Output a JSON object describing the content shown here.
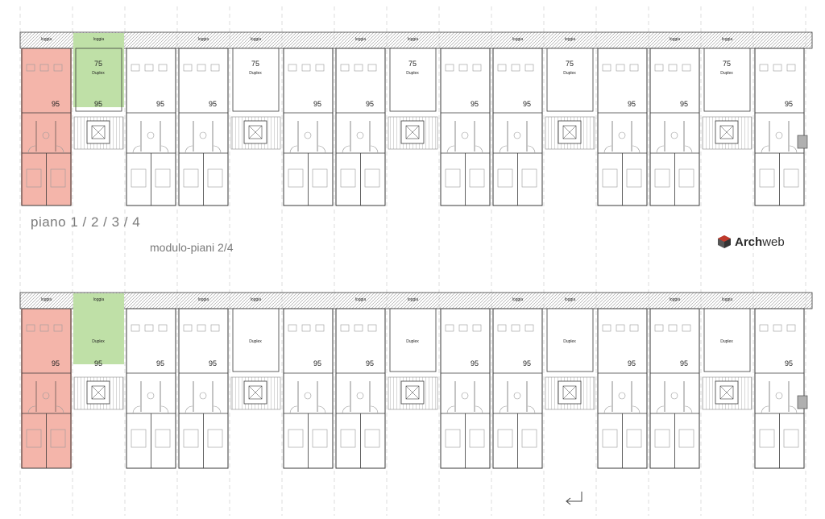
{
  "labels": {
    "floor_label": "piano  1 / 2 / 3 / 4",
    "module_label": "modulo-piani 2/4",
    "brand_prefix": "Arch",
    "brand_suffix": "web",
    "loggia": "loggia",
    "duplex": "Duplex",
    "area_large": "95",
    "area_small": "75"
  },
  "colors": {
    "highlight_red": "#f4b5aa",
    "highlight_green": "#bfe0a7",
    "line": "#3a3a3a",
    "light_line": "#9a9a9a",
    "logo_red": "#c0392b",
    "logo_dark": "#555555"
  }
}
